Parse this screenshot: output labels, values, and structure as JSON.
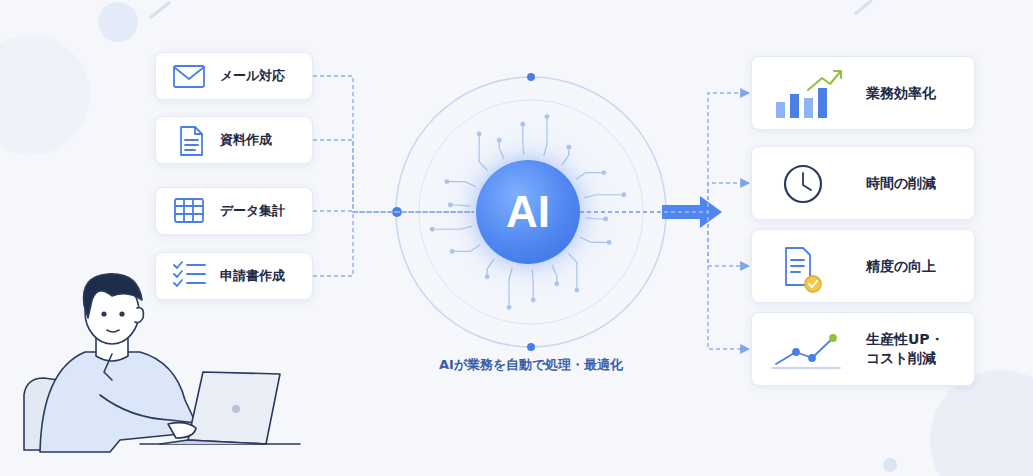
{
  "diagram": {
    "nodes": [
      {
        "text": [
          "メール対応"
        ]
      },
      {
        "text": [
          "資料作成"
        ]
      },
      {
        "text": [
          "データ集計"
        ]
      },
      {
        "text": [
          "申請書作成"
        ]
      },
      {
        "text": [
          "AI"
        ]
      },
      {
        "text": [
          "業務効率化"
        ]
      },
      {
        "text": [
          "時間の削減"
        ]
      },
      {
        "text": [
          "精度の向上"
        ]
      },
      {
        "text": [
          "生産性UP・ コスト削減"
        ]
      }
    ],
    "edges": [
      {
        "from": 0,
        "to": 4,
        "arrow": "none"
      },
      {
        "from": 1,
        "to": 4,
        "arrow": "none"
      },
      {
        "from": 2,
        "to": 4,
        "arrow": "none"
      },
      {
        "from": 3,
        "to": 4,
        "arrow": "none"
      },
      {
        "from": 4,
        "to": 5,
        "arrow": "to"
      },
      {
        "from": 4,
        "to": 6,
        "arrow": "to"
      },
      {
        "from": 4,
        "to": 7,
        "arrow": "to"
      },
      {
        "from": 4,
        "to": 8,
        "arrow": "to"
      }
    ],
    "labels": [
      "AIが業務を自動で処理・最適化"
    ]
  }
}
